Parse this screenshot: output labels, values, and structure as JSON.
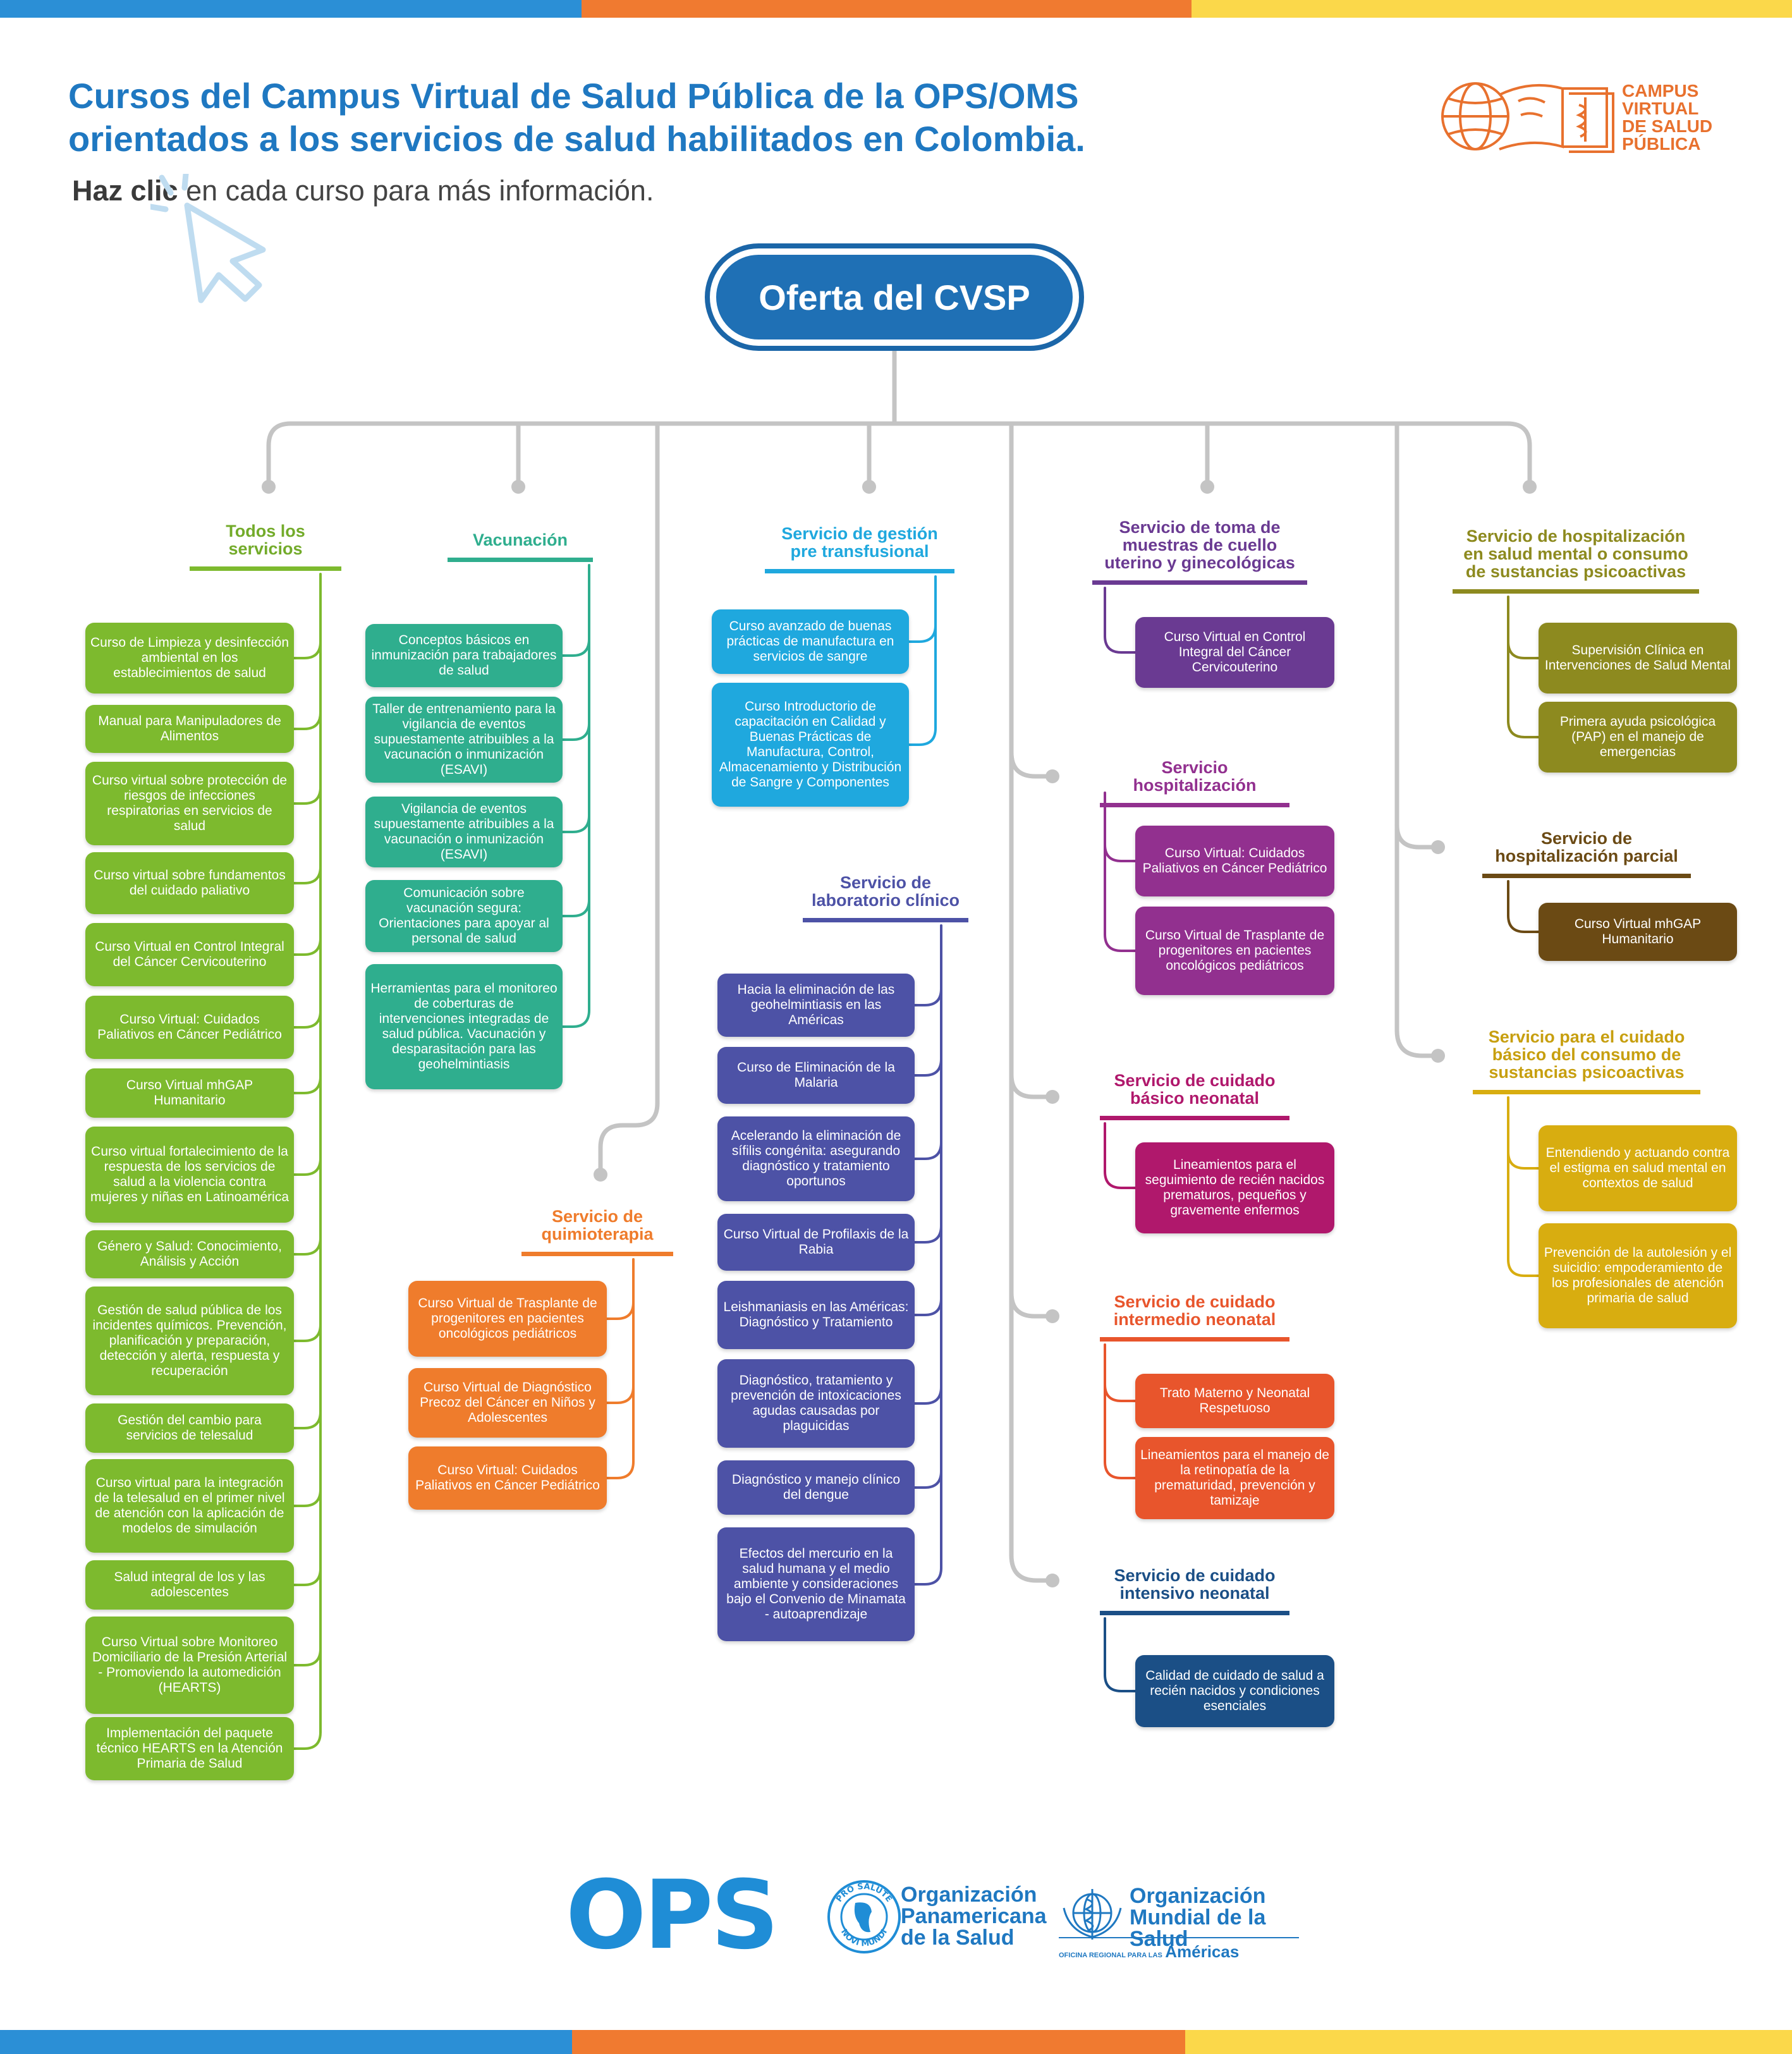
{
  "colors": {
    "top_bar": [
      "#2b8fd6",
      "#f07a30",
      "#fbd84a"
    ],
    "bottom_bar": [
      "#2b8fd6",
      "#f07a30",
      "#fbd84a"
    ],
    "title": "#1f78c1",
    "connector": "#c4c4c4"
  },
  "header": {
    "title_line1": "Cursos del Campus Virtual de Salud Pública de la OPS/OMS",
    "title_line2": "orientados a los servicios de salud habilitados en Colombia.",
    "subtitle_bold": "Haz clic",
    "subtitle_rest": " en cada curso para más información.",
    "cursor_icon": "cursor-click-icon"
  },
  "campus_logo": {
    "icon": "book-globe-caduceus-logo",
    "line1": "CAMPUS",
    "line2": "VIRTUAL",
    "line3": "DE SALUD",
    "line4": "PÚBLICA"
  },
  "root": {
    "label": "Oferta del CVSP"
  },
  "categories": [
    {
      "id": "todos",
      "color": "#7dba2e",
      "title": [
        "Todos los",
        "servicios"
      ],
      "courses": [
        "Curso de Limpieza y desinfección ambiental en los establecimientos de salud",
        "Manual para Manipuladores de Alimentos",
        "Curso virtual sobre protección de riesgos de infecciones respiratorias en servicios de salud",
        "Curso virtual sobre fundamentos del cuidado paliativo",
        "Curso Virtual en Control Integral del Cáncer Cervicouterino",
        "Curso Virtual: Cuidados Paliativos en Cáncer Pediátrico",
        "Curso Virtual mhGAP Humanitario",
        "Curso virtual fortalecimiento de la respuesta de los servicios de salud a la violencia contra mujeres y niñas en Latinoamérica",
        "Género y Salud: Conocimiento, Análisis y Acción",
        "Gestión de salud pública de los incidentes químicos. Prevención, planificación y preparación, detección y alerta, respuesta y recuperación",
        "Gestión del cambio para servicios de telesalud",
        "Curso virtual para la integración de la telesalud en el primer nivel de atención con la aplicación de modelos de simulación",
        "Salud integral de los y las adolescentes",
        "Curso Virtual sobre Monitoreo Domiciliario de la Presión Arterial - Promoviendo la automedición (HEARTS)",
        "Implementación del paquete técnico HEARTS en la Atención Primaria de Salud"
      ]
    },
    {
      "id": "vacunacion",
      "color": "#2fae8e",
      "title": [
        "Vacunación"
      ],
      "courses": [
        "Conceptos básicos en inmunización para trabajadores de salud",
        "Taller de entrenamiento para la vigilancia de eventos supuestamente atribuibles a la vacunación o inmunización (ESAVI)",
        "Vigilancia de eventos supuestamente atribuibles a la vacunación o inmunización (ESAVI)",
        "Comunicación sobre vacunación segura: Orientaciones para apoyar al personal de salud",
        "Herramientas para el monitoreo de coberturas de intervenciones integradas de salud pública. Vacunación y desparasitación para las geohelmintiasis"
      ]
    },
    {
      "id": "quimio",
      "color": "#ef7c2c",
      "title": [
        "Servicio de",
        "quimioterapia"
      ],
      "courses": [
        "Curso Virtual de Trasplante de progenitores en pacientes oncológicos pediátricos",
        "Curso Virtual de Diagnóstico Precoz del Cáncer en Niños y Adolescentes",
        "Curso Virtual: Cuidados Paliativos en Cáncer Pediátrico"
      ]
    },
    {
      "id": "transfusional",
      "color": "#1fa8de",
      "title": [
        "Servicio de gestión",
        "pre transfusional"
      ],
      "courses": [
        "Curso avanzado de buenas prácticas de manufactura en servicios de sangre",
        "Curso Introductorio de capacitación en Calidad y Buenas Prácticas de Manufactura, Control, Almacenamiento y Distribución de Sangre y Componentes"
      ]
    },
    {
      "id": "laboratorio",
      "color": "#4d52a6",
      "title": [
        "Servicio de",
        "laboratorio clínico"
      ],
      "courses": [
        "Hacia la eliminación de las geohelmintiasis en las Américas",
        "Curso de Eliminación de la Malaria",
        "Acelerando la eliminación de sífilis congénita: asegurando diagnóstico y tratamiento oportunos",
        "Curso Virtual de Profilaxis de la Rabia",
        "Leishmaniasis en las Américas: Diagnóstico y Tratamiento",
        "Diagnóstico, tratamiento y prevención de intoxicaciones agudas causadas por plaguicidas",
        "Diagnóstico y manejo clínico del dengue",
        "Efectos del mercurio en la salud humana y el medio ambiente y consideraciones bajo el Convenio de Minamata - autoaprendizaje"
      ]
    },
    {
      "id": "cuello",
      "color": "#6a3a92",
      "title": [
        "Servicio de toma de",
        "muestras de cuello",
        "uterino y ginecológicas"
      ],
      "courses": [
        "Curso Virtual en Control Integral del Cáncer Cervicouterino"
      ]
    },
    {
      "id": "hospitalizacion",
      "color": "#92308f",
      "title": [
        "Servicio hospitalización"
      ],
      "courses": [
        "Curso Virtual: Cuidados Paliativos en Cáncer Pediátrico",
        "Curso Virtual de Trasplante de progenitores en pacientes oncológicos pediátricos"
      ]
    },
    {
      "id": "basico-neonatal",
      "color": "#b0186c",
      "title": [
        "Servicio de cuidado",
        "básico neonatal"
      ],
      "courses": [
        "Lineamientos para el seguimiento de recién nacidos prematuros, pequeños y gravemente enfermos"
      ]
    },
    {
      "id": "intermedio-neonatal",
      "color": "#e8552c",
      "title": [
        "Servicio de cuidado",
        "intermedio neonatal"
      ],
      "courses": [
        "Trato Materno y Neonatal Respetuoso",
        "Lineamientos para el manejo de la retinopatía de la prematuridad, prevención y tamizaje"
      ]
    },
    {
      "id": "intensivo-neonatal",
      "color": "#1b4f86",
      "title": [
        "Servicio de cuidado",
        "intensivo neonatal"
      ],
      "courses": [
        "Calidad de cuidado de salud a recién nacidos y condiciones esenciales"
      ]
    },
    {
      "id": "salud-mental",
      "color": "#8d8a1f",
      "title": [
        "Servicio de hospitalización",
        "en salud mental o consumo",
        "de sustancias psicoactivas"
      ],
      "courses": [
        "Supervisión Clínica en Intervenciones de Salud Mental",
        "Primera ayuda psicológica (PAP) en el manejo de emergencias"
      ]
    },
    {
      "id": "parcial",
      "color": "#6b4a14",
      "title": [
        "Servicio de",
        "hospitalización parcial"
      ],
      "courses": [
        "Curso Virtual mhGAP Humanitario"
      ]
    },
    {
      "id": "psicoactivas",
      "color": "#d8ad10",
      "title": [
        "Servicio para el cuidado",
        "básico del consumo de",
        "sustancias psicoactivas"
      ],
      "courses": [
        "Entendiendo y actuando contra el estigma en salud mental en contextos de salud",
        "Prevención de la autolesión y el suicidio: empoderamiento de los profesionales de atención primaria de salud"
      ]
    }
  ],
  "footer": {
    "ops": "OPS",
    "seal_icon": "paho-seal-icon",
    "seal_text_top": "PRO SALUTE",
    "seal_text_bottom": "NOVI MUNDI",
    "paho_line1": "Organización",
    "paho_line2": "Panamericana",
    "paho_line3": "de la Salud",
    "who_icon": "who-emblem-icon",
    "who_line1": "Organización",
    "who_line2": "Mundial de la Salud",
    "who_small": "OFICINA REGIONAL PARA LAS",
    "who_americas": "Américas"
  }
}
